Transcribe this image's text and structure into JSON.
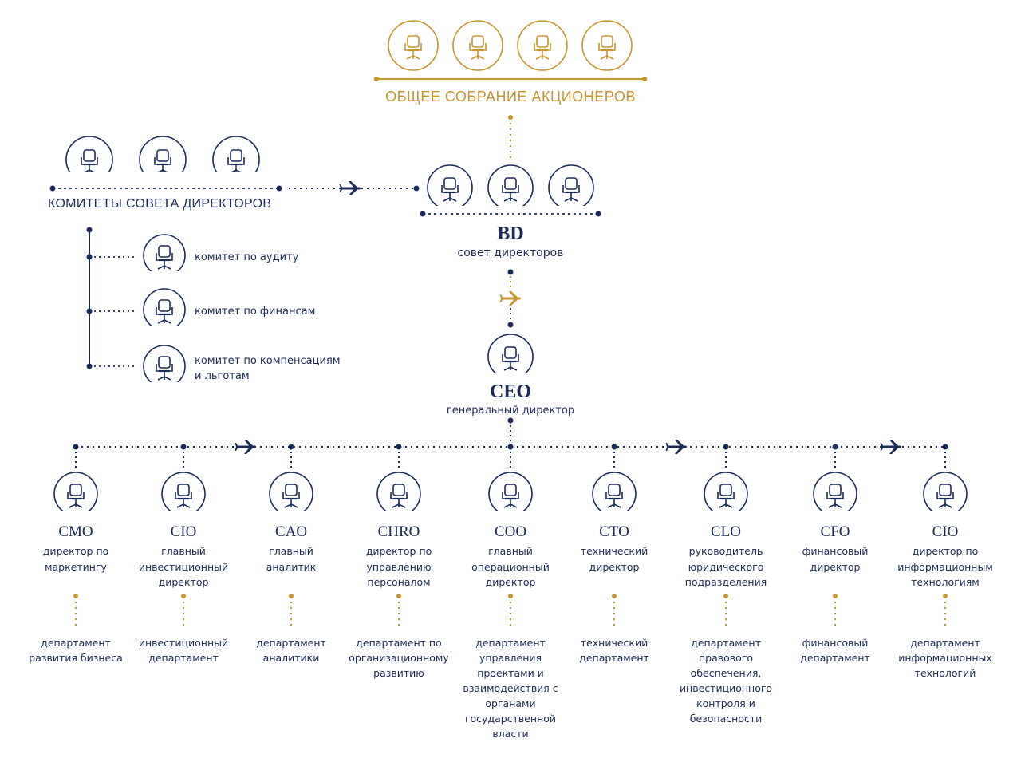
{
  "shareholders": {
    "title": "ОБЩЕЕ СОБРАНИЕ АКЦИОНЕРОВ",
    "color": "#c8962e"
  },
  "committees": {
    "title": "КОМИТЕТЫ СОВЕТА ДИРЕКТОРОВ",
    "items": [
      {
        "label": "комитет по аудиту"
      },
      {
        "label": "комитет по финансам"
      },
      {
        "label": "комитет по компенсациям\nи льготам"
      }
    ]
  },
  "board": {
    "abbr": "BD",
    "title": "совет директоров"
  },
  "ceo": {
    "abbr": "CEO",
    "title": "генеральный директор"
  },
  "executives": [
    {
      "abbr": "CMO",
      "title": "директор по\nмаркетингу",
      "department": "департамент\nразвития бизнеса"
    },
    {
      "abbr": "CIO",
      "title": "главный\nинвестиционный\nдиректор",
      "department": "инвестиционный\nдепартамент"
    },
    {
      "abbr": "CAO",
      "title": "главный\nаналитик",
      "department": "департамент\nаналитики"
    },
    {
      "abbr": "CHRO",
      "title": "директор по\nуправлению\nперсоналом",
      "department": "департамент по\nорганизационному\nразвитию"
    },
    {
      "abbr": "COO",
      "title": "главный\nоперационный\nдиректор",
      "department": "департамент\nуправления\nпроектами и\nвзаимодействия с\nорганами\nгосударственной\nвласти"
    },
    {
      "abbr": "CTO",
      "title": "технический\nдиректор",
      "department": "технический\nдепартамент"
    },
    {
      "abbr": "CLO",
      "title": "руководитель\nюридического\nподразделения",
      "department": "департамент\nправового\nобеспечения,\nинвестиционного\nконтроля и\nбезопасности"
    },
    {
      "abbr": "CFO",
      "title": "финансовый\nдиректор",
      "department": "финансовый\nдепартамент"
    },
    {
      "abbr": "CIO",
      "title": "директор по\nинформационным\nтехнологиям",
      "department": "департамент\nинформационных\nтехнологий"
    }
  ],
  "colors": {
    "navy": "#1b2a57",
    "gold": "#c8962e"
  },
  "icons": {
    "seat": "office-chair-icon",
    "connector": "airplane-icon"
  }
}
